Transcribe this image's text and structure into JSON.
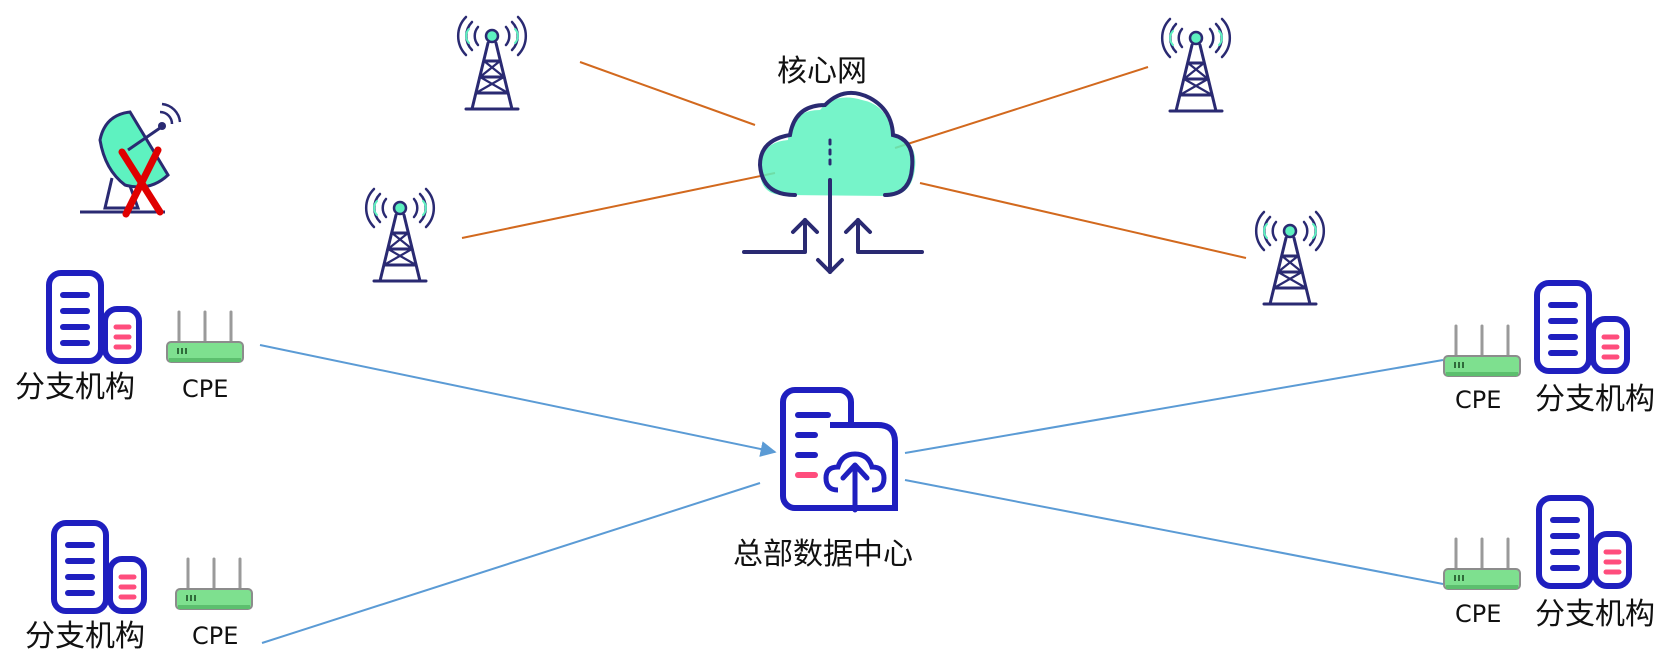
{
  "title": "",
  "colors": {
    "cellular_link": "#d2691e",
    "private_link": "#5b9bd5",
    "icon_navy": "#2a2a72",
    "building_blue": "#1f1fbf",
    "accent_pink": "#ff4d7d",
    "cloud_fill": "#5ef2c0",
    "router_green": "#7ee08f",
    "fail_mark": "#e00000"
  },
  "nodes": {
    "core_network": {
      "label": "核心网",
      "icon": "cloud-upload-download-icon"
    },
    "hq_datacenter": {
      "label": "总部数据中心",
      "icon": "headquarters-building-icon"
    },
    "satellite": {
      "icon": "satellite-dish-icon",
      "status_icon": "red-x-icon"
    },
    "branches": [
      {
        "label": "分支机构",
        "cpe_label": "CPE"
      },
      {
        "label": "分支机构",
        "cpe_label": "CPE"
      },
      {
        "label": "分支机构",
        "cpe_label": "CPE"
      },
      {
        "label": "分支机构",
        "cpe_label": "CPE"
      }
    ],
    "towers": [
      {
        "icon": "cell-tower-icon"
      },
      {
        "icon": "cell-tower-icon"
      },
      {
        "icon": "cell-tower-icon"
      },
      {
        "icon": "cell-tower-icon"
      }
    ]
  }
}
